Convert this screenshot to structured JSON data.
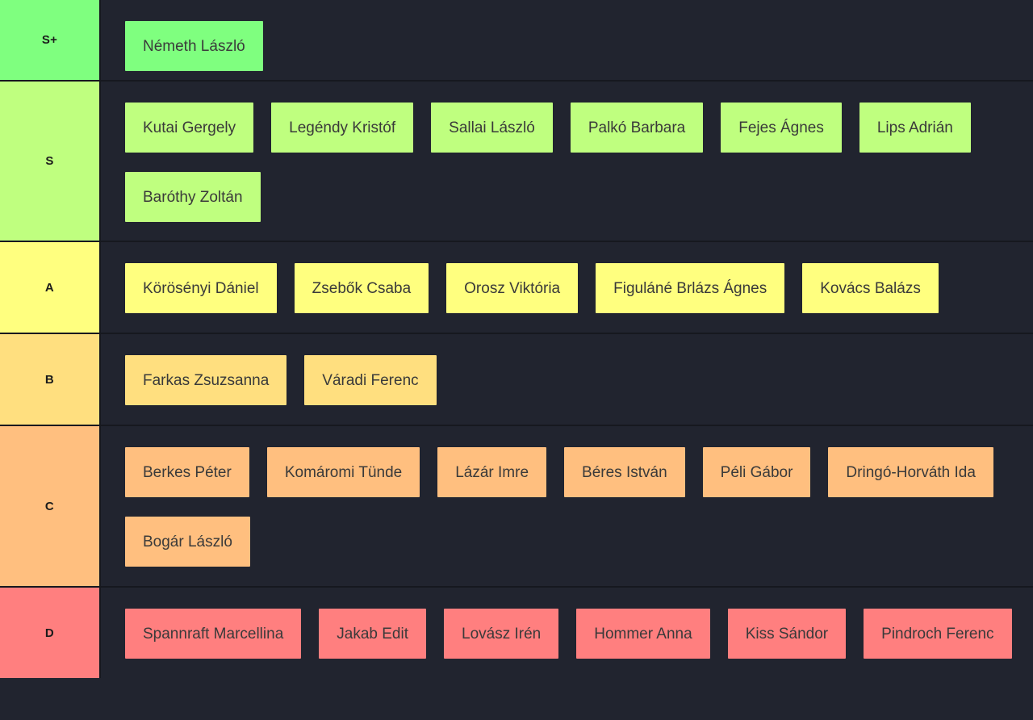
{
  "background_color": "#21242f",
  "divider_color": "#16181f",
  "chip_text_color": "#3a3a3a",
  "label_text_color": "#1b1b1b",
  "tiers": [
    {
      "label": "S+",
      "color": "#7fff7f",
      "items": [
        "Németh László"
      ]
    },
    {
      "label": "S",
      "color": "#bfff7f",
      "items": [
        "Kutai Gergely",
        "Legéndy Kristóf",
        "Sallai László",
        "Palkó Barbara",
        "Fejes Ágnes",
        "Lips Adrián",
        "Baróthy Zoltán"
      ]
    },
    {
      "label": "A",
      "color": "#ffff7f",
      "items": [
        "Körösényi Dániel",
        "Zsebők Csaba",
        "Orosz Viktória",
        "Figuláné Brlázs Ágnes",
        "Kovács Balázs"
      ]
    },
    {
      "label": "B",
      "color": "#ffdf7f",
      "items": [
        "Farkas Zsuzsanna",
        "Váradi Ferenc"
      ]
    },
    {
      "label": "C",
      "color": "#ffbf7f",
      "items": [
        "Berkes Péter",
        "Komáromi Tünde",
        "Lázár Imre",
        "Béres István",
        "Péli Gábor",
        "Dringó-Horváth Ida",
        "Bogár László"
      ]
    },
    {
      "label": "D",
      "color": "#ff7f7f",
      "items": [
        "Spannraft Marcellina",
        "Jakab Edit",
        "Lovász Irén",
        "Hommer Anna",
        "Kiss Sándor",
        "Pindroch Ferenc"
      ]
    }
  ]
}
